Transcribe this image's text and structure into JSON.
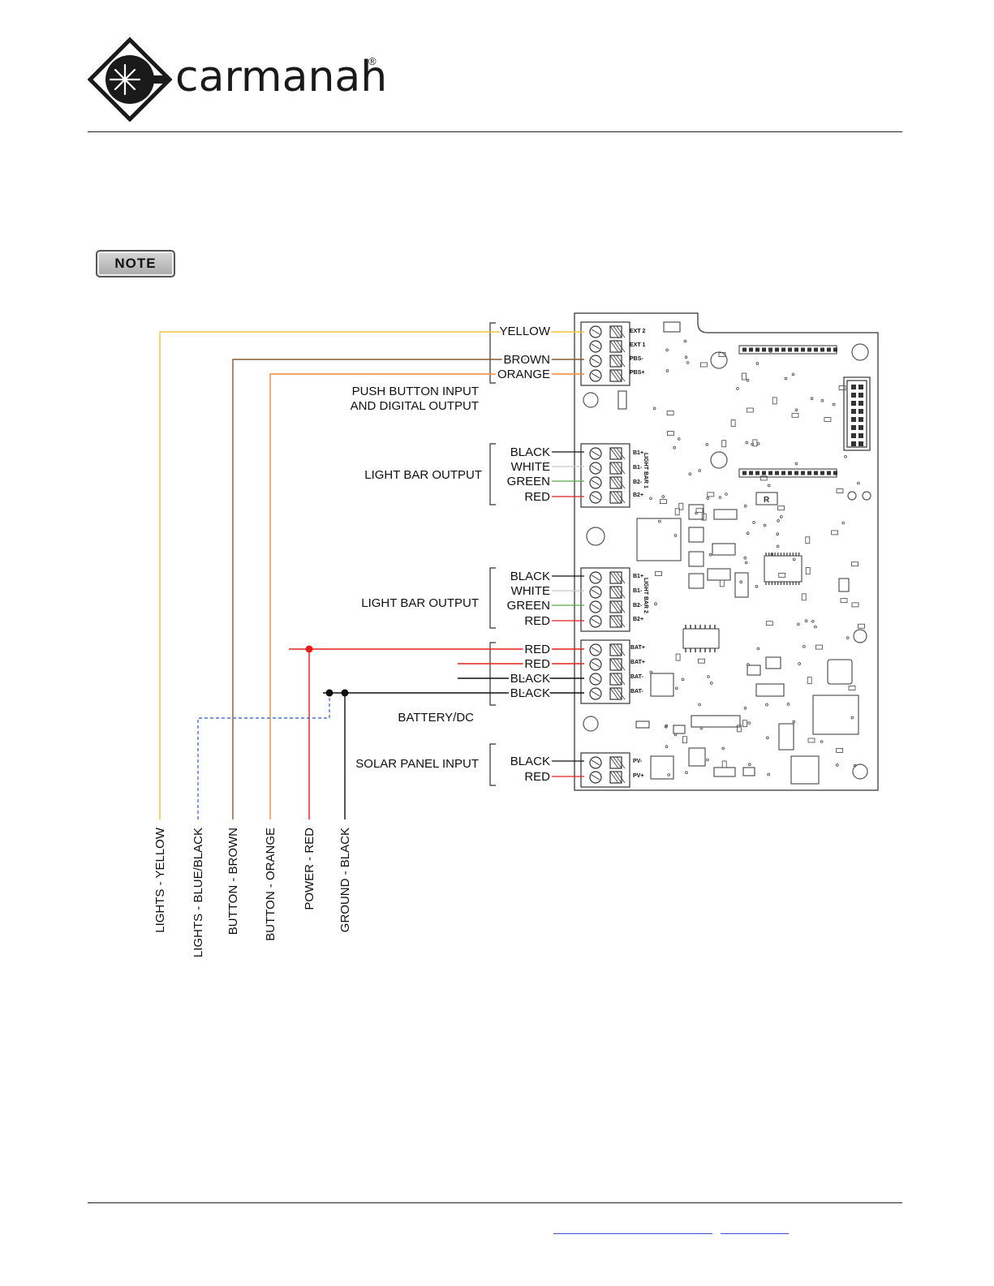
{
  "header": {
    "logo_text": "carmanah",
    "registered_mark": "®"
  },
  "note": {
    "label": "NOTE"
  },
  "diagram": {
    "groups": {
      "push_button": "PUSH BUTTON INPUT",
      "push_button_line2": "AND DIGITAL OUTPUT",
      "light_bar_1": "LIGHT BAR OUTPUT",
      "light_bar_2": "LIGHT BAR OUTPUT",
      "battery": "BATTERY/DC",
      "solar": "SOLAR PANEL INPUT"
    },
    "wire_labels": {
      "yellow": "YELLOW",
      "brown": "BROWN",
      "orange": "ORANGE",
      "lb1_black": "BLACK",
      "lb1_white": "WHITE",
      "lb1_green": "GREEN",
      "lb1_red": "RED",
      "lb2_black": "BLACK",
      "lb2_white": "WHITE",
      "lb2_green": "GREEN",
      "lb2_red": "RED",
      "bat_red1": "RED",
      "bat_red2": "RED",
      "bat_black1": "BLACK",
      "bat_black2": "BLACK",
      "pv_black": "BLACK",
      "pv_red": "RED"
    },
    "terminal_marks": {
      "ext2": "EXT 2",
      "ext1": "EXT 1",
      "pbs_minus": "PBS-",
      "pbs_plus": "PBS+",
      "b1p_a": "B1+",
      "b1m_a": "B1-",
      "b2m_a": "B2-",
      "b2p_a": "B2+",
      "lightbar1": "LIGHT BAR 1",
      "b1p_b": "B1+",
      "b1m_b": "B1-",
      "b2m_b": "B2-",
      "b2p_b": "B2+",
      "lightbar2": "LIGHT BAR 2",
      "batp1": "BAT+",
      "batp2": "BAT+",
      "batm1": "BAT-",
      "batm2": "BAT-",
      "pvm": "PV-",
      "pvp": "PV+",
      "r_part": "R"
    },
    "field_wires": {
      "lights_yellow": "LIGHTS - YELLOW",
      "lights_blue_black": "LIGHTS - BLUE/BLACK",
      "button_brown": "BUTTON - BROWN",
      "button_orange": "BUTTON - ORANGE",
      "power_red": "POWER - RED",
      "ground_black": "GROUND - BLACK"
    },
    "colors": {
      "yellow": "#f2c23a",
      "brown": "#8b5a2b",
      "orange": "#f08a3c",
      "red": "#e0201c",
      "black": "#111111",
      "white_wire": "#c8c8c8",
      "green": "#5aa64a",
      "blue_dashed": "#4a73d8"
    }
  }
}
